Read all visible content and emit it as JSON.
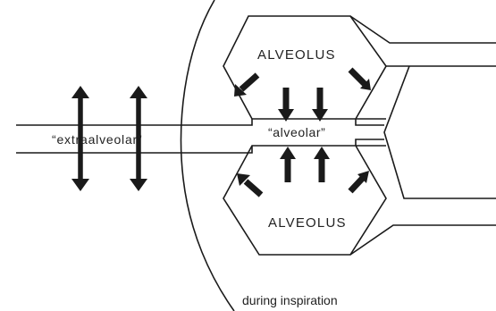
{
  "labels": {
    "alveolus_top": "ALVEOLUS",
    "alveolus_bottom": "ALVEOLUS",
    "extraalveolar": "“extraalveolar”",
    "alveolar": "“alveolar”",
    "caption": "during inspiration"
  },
  "colors": {
    "ink": "#1a1a1a",
    "paper": "#ffffff"
  }
}
